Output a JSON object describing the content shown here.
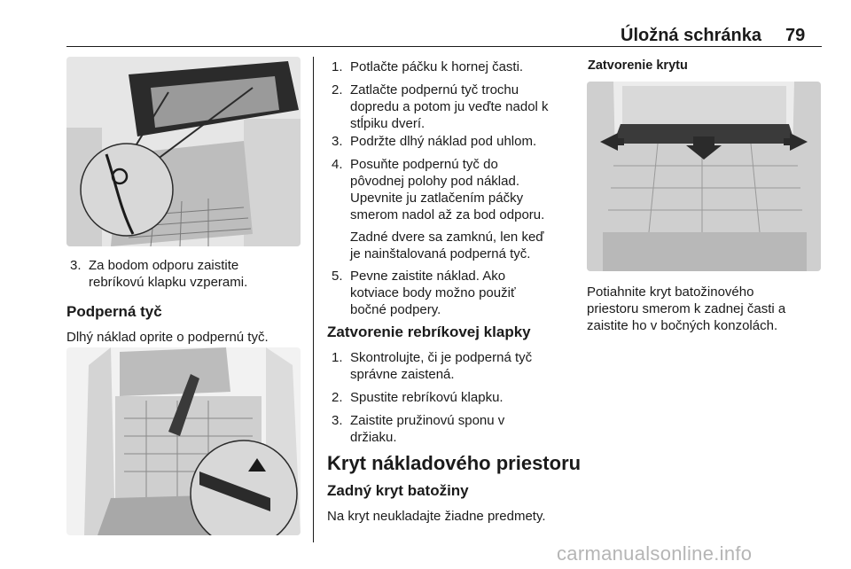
{
  "header": {
    "title": "Úložná schránka",
    "page_number": "79"
  },
  "column1": {
    "step3_num": "3.",
    "step3_line1": "Za bodom odporu zaistite",
    "step3_line2": "rebríkovú klapku vzperami.",
    "heading": "Podperná tyč",
    "paragraph": "Dlhý náklad oprite o podpernú tyč."
  },
  "column2": {
    "steps": [
      {
        "num": "1.",
        "lines": [
          "Potlačte páčku k hornej časti."
        ]
      },
      {
        "num": "2.",
        "lines": [
          "Zatlačte podpernú tyč trochu",
          "dopredu a potom ju veďte nadol k",
          "stĺpiku dverí."
        ]
      },
      {
        "num": "3.",
        "lines": [
          "Podržte dlhý náklad pod uhlom."
        ]
      },
      {
        "num": "4.",
        "lines": [
          "Posuňte podpernú tyč do",
          "pôvodnej polohy pod náklad.",
          "Upevnite ju zatlačením páčky",
          "smerom nadol až za bod odporu."
        ]
      }
    ],
    "note_lines": [
      "Zadné dvere sa zamknú, len keď",
      "je nainštalovaná podperná tyč."
    ],
    "step5": {
      "num": "5.",
      "lines": [
        "Pevne zaistite náklad. Ako",
        "kotviace body možno použiť",
        "bočné podpery."
      ]
    },
    "close_heading": "Zatvorenie rebríkovej klapky",
    "close_steps": [
      {
        "num": "1.",
        "lines": [
          "Skontrolujte, či je podperná tyč",
          "správne zaistená."
        ]
      },
      {
        "num": "2.",
        "lines": [
          "Spustite rebríkovú klapku."
        ]
      },
      {
        "num": "3.",
        "lines": [
          "Zaistite pružinovú sponu v",
          "držiaku."
        ]
      }
    ],
    "section_heading": "Kryt nákladového priestoru",
    "sub_heading": "Zadný kryt batožiny",
    "paragraph": "Na kryt neukladajte žiadne predmety."
  },
  "column3": {
    "caption_heading": "Zatvorenie krytu",
    "paragraph_lines": [
      "Potiahnite kryt batožinového",
      "priestoru smerom k zadnej časti a",
      "zaistite ho v bočných konzolách."
    ]
  },
  "footer": {
    "watermark": "carmanualsonline.info"
  }
}
